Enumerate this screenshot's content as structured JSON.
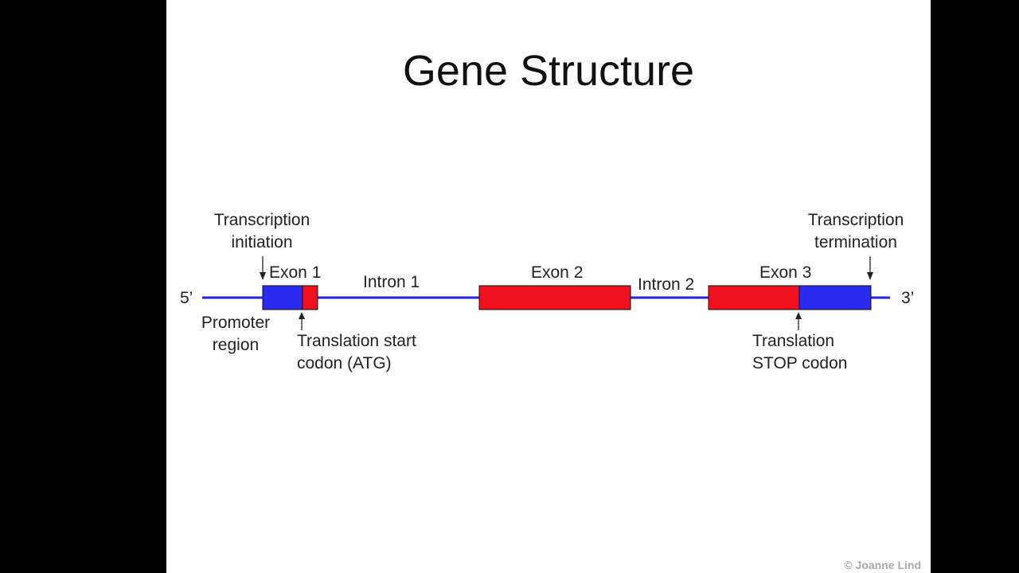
{
  "title": "Gene Structure",
  "colors": {
    "strand": "#2323e0",
    "utr": "#2a2af0",
    "coding": "#f0101e",
    "background": "#ffffff",
    "frame": "#000000"
  },
  "labels": {
    "five_prime": "5’",
    "three_prime": "3’",
    "transcription_initiation_line1": "Transcription",
    "transcription_initiation_line2": "initiation",
    "exon1": "Exon 1",
    "intron1": "Intron 1",
    "exon2": "Exon 2",
    "intron2": "Intron 2",
    "exon3": "Exon 3",
    "transcription_termination_line1": "Transcription",
    "transcription_termination_line2": "termination",
    "promoter_line1": "Promoter",
    "promoter_line2": "region",
    "start_codon_line1": "Translation start",
    "start_codon_line2": "codon (ATG)",
    "stop_codon_line1": "Translation",
    "stop_codon_line2": "STOP codon"
  },
  "copyright": "© Joanne Lind"
}
